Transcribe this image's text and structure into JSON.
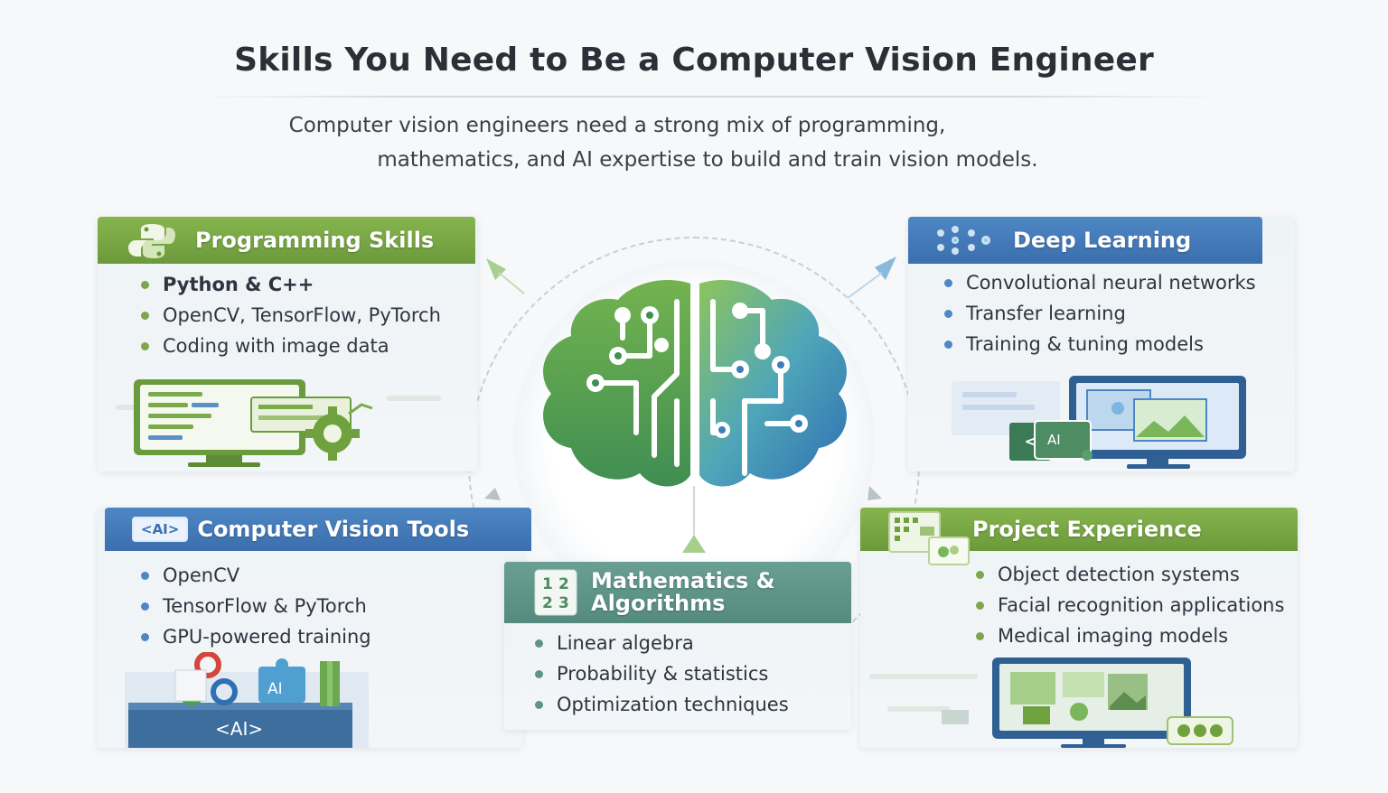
{
  "header": {
    "title": "Skills You Need to Be a Computer Vision Engineer",
    "subtitle_line1": "Computer vision engineers need a strong mix of programming,",
    "subtitle_line2": "mathematics, and AI expertise to build and train vision models."
  },
  "colors": {
    "green": "#7ea64b",
    "blue": "#4f86c6",
    "teal": "#5f9587"
  },
  "cards": {
    "programming": {
      "title": "Programming Skills",
      "icon": "python-icon",
      "items": [
        "Python & C++",
        "OpenCV, TensorFlow, PyTorch",
        "Coding with image data"
      ]
    },
    "deep_learning": {
      "title": "Deep Learning",
      "icon": "neural-network-icon",
      "items": [
        "Convolutional neural networks",
        "Transfer learning",
        "Training & tuning models"
      ],
      "illus_label": "AI"
    },
    "cv_tools": {
      "title": "Computer Vision Tools",
      "icon_label": "<AI>",
      "items": [
        "OpenCV",
        "TensorFlow & PyTorch",
        "GPU-powered training"
      ],
      "illus_label": "<AI>",
      "illus_block_label": "AI"
    },
    "math": {
      "title_line1": "Mathematics &",
      "title_line2": "Algorithms",
      "icon_digits": [
        "1",
        "2",
        "2",
        "3"
      ],
      "items": [
        "Linear algebra",
        "Probability & statistics",
        "Optimization techniques"
      ]
    },
    "projects": {
      "title": "Project Experience",
      "icon": "dashboard-icon",
      "items": [
        "Object detection systems",
        "Facial recognition applications",
        "Medical imaging models"
      ]
    }
  },
  "center": {
    "icon": "circuit-brain-icon"
  }
}
